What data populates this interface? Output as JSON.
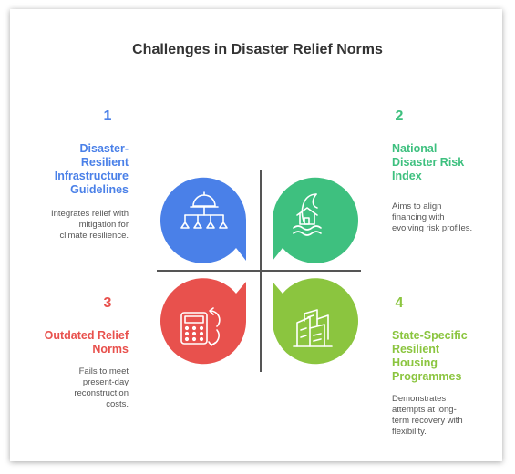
{
  "title": "Challenges in Disaster Relief Norms",
  "colors": {
    "blue": "#4a80e8",
    "green": "#3ec07f",
    "red": "#e8514d",
    "olive": "#8bc53f",
    "title": "#333333",
    "desc": "#555555"
  },
  "items": [
    {
      "number": "1",
      "heading_lines": [
        "Disaster-",
        "Resilient",
        "Infrastructure",
        "Guidelines"
      ],
      "desc_lines": [
        "Integrates relief with",
        "mitigation for",
        "climate resilience."
      ],
      "icon": "hardhat-network-icon"
    },
    {
      "number": "2",
      "heading_lines": [
        "National",
        "Disaster Risk",
        "Index"
      ],
      "desc_lines": [
        "Aims to align",
        "financing with",
        "evolving risk profiles."
      ],
      "icon": "house-wave-icon"
    },
    {
      "number": "3",
      "heading_lines": [
        "Outdated Relief",
        "Norms"
      ],
      "desc_lines": [
        "Fails to meet",
        "present-day",
        "reconstruction",
        "costs."
      ],
      "icon": "calculator-refresh-icon"
    },
    {
      "number": "4",
      "heading_lines": [
        "State-Specific",
        "Resilient",
        "Housing",
        "Programmes"
      ],
      "desc_lines": [
        "Demonstrates",
        "attempts at long-",
        "term recovery with",
        "flexibility."
      ],
      "icon": "buildings-icon"
    }
  ]
}
